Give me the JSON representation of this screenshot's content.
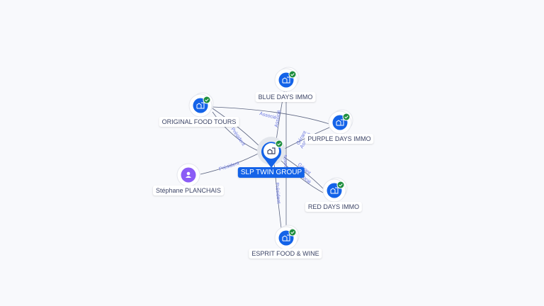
{
  "nodes": {
    "center": {
      "label": "SLP TWIN GROUP",
      "icon": "company-icon"
    },
    "blue": {
      "label": "BLUE DAYS IMMO",
      "icon": "company-icon"
    },
    "oft": {
      "label": "ORIGINAL FOOD TOURS",
      "icon": "company-icon"
    },
    "purple": {
      "label": "PURPLE DAYS IMMO",
      "icon": "company-icon"
    },
    "person": {
      "label": "Stéphane PLANCHAIS",
      "icon": "person-icon"
    },
    "red": {
      "label": "RED DAYS IMMO",
      "icon": "company-icon"
    },
    "esprit": {
      "label": "ESPRIT FOOD & WINE",
      "icon": "company-icon"
    }
  },
  "edges": {
    "person_center": "Président",
    "oft_center": "Président",
    "oft_purple": "Associé",
    "center_blue": "Associé",
    "center_purple_1": "Gérant",
    "center_purple_2": "Associé",
    "blue_esprit": "Associé",
    "center_esprit": "Président",
    "center_red_1": "Gérant",
    "center_red_2": "Associé"
  },
  "colors": {
    "accent": "#1463e8",
    "person": "#8b5cf6",
    "verified": "#1e8e3e",
    "edge": "#5b6480",
    "edge_label": "#6b78e0"
  }
}
